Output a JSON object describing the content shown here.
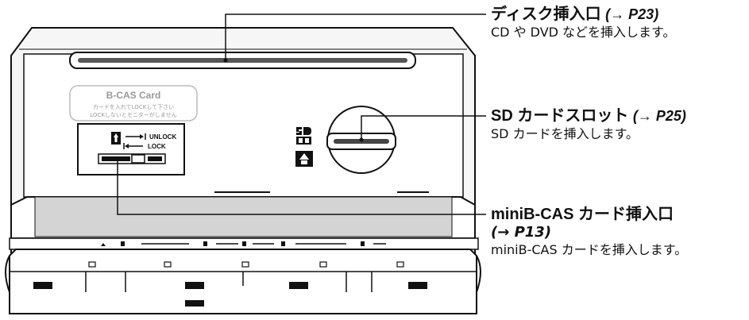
{
  "device": {
    "card_label": {
      "title": "B-CAS Card",
      "line1": "カードを入れてLOCKして下さい",
      "line2": "LOCKしないとモニターがしません"
    },
    "lock_labels": {
      "unlock": "UNLOCK",
      "lock": "LOCK"
    }
  },
  "callouts": [
    {
      "title": "ディスク挿入口",
      "ref": "(→ P23)",
      "desc": "CD や DVD などを挿入します。"
    },
    {
      "title": "SD カードスロット",
      "ref": "(→ P25)",
      "desc": "SD カードを挿入します。"
    },
    {
      "title": "miniB-CAS カード挿入口",
      "ref": "(→ P13)",
      "desc": "miniB-CAS カードを挿入します。"
    }
  ],
  "colors": {
    "line": "#111111",
    "screen": "#d4d4d4",
    "panel": "#f6f6f6"
  }
}
